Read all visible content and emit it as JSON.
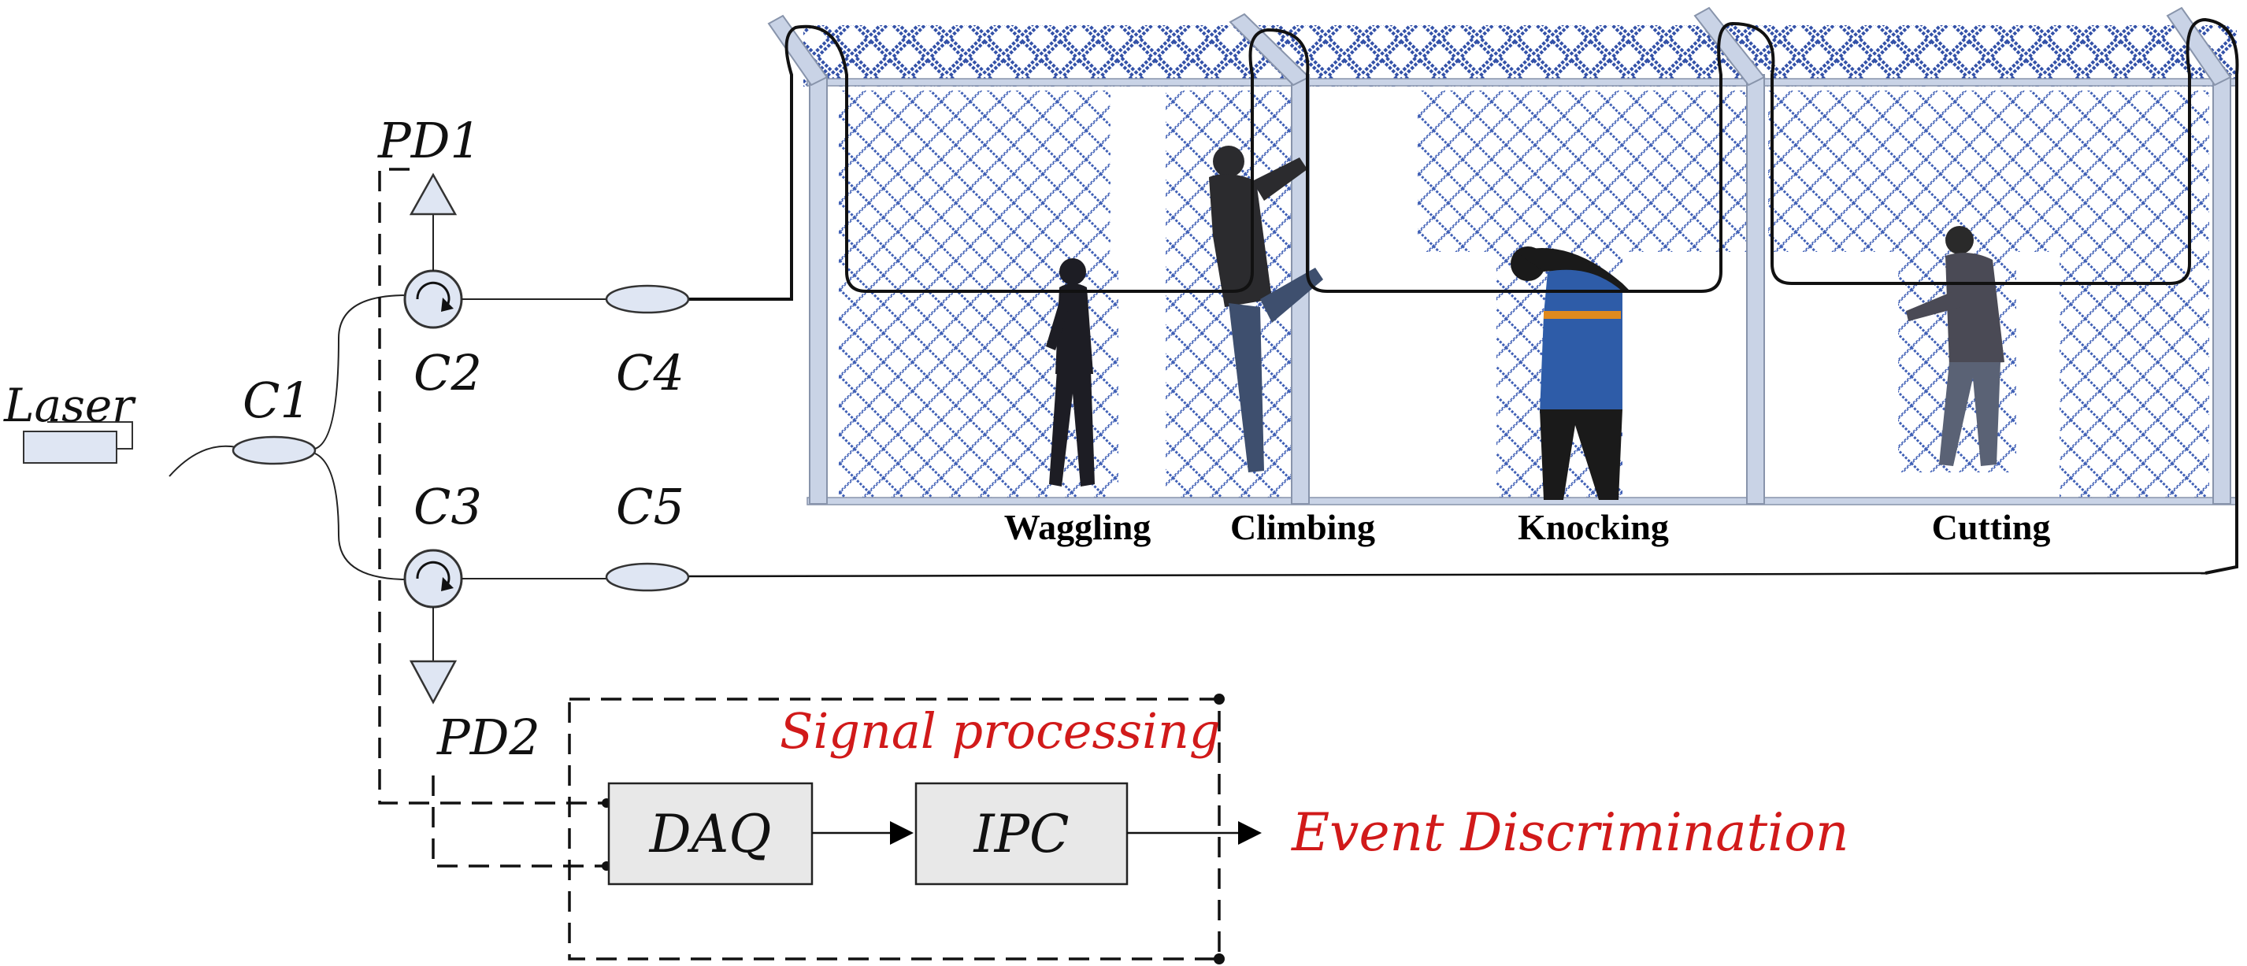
{
  "components": {
    "laser": "Laser",
    "coupler1": "C1",
    "circulator2": "C2",
    "circulator3": "C3",
    "coupler4": "C4",
    "coupler5": "C5",
    "photodetector1": "PD1",
    "photodetector2": "PD2",
    "daq": "DAQ",
    "ipc": "IPC"
  },
  "signal_processing_label": "Signal processing",
  "output_label": "Event Discrimination",
  "activities": [
    "Waggling",
    "Climbing",
    "Knocking",
    "Cutting"
  ],
  "colors": {
    "fence_mesh": "#3f5fb5",
    "fence_post": "#c9d3e6",
    "component_fill": "#dfe6f3",
    "box_fill": "#e8e8e8",
    "accent_red": "#d11a1a"
  }
}
